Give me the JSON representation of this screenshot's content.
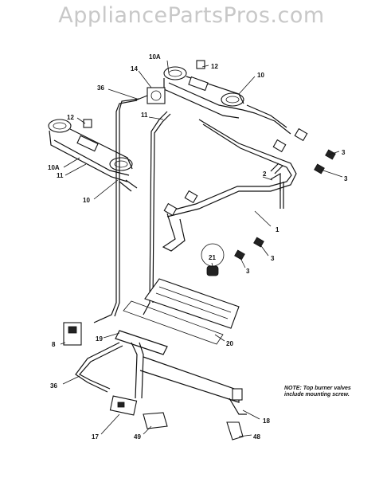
{
  "watermark": "AppliancePartsPros.com",
  "note": {
    "line1": "NOTE: Top burner valves",
    "line2": "include mounting screw."
  },
  "callouts": {
    "c1": "1",
    "c2": "2",
    "c3a": "3",
    "c3b": "3",
    "c3c": "3",
    "c3d": "3",
    "c8": "8",
    "c10a": "10",
    "c10b": "10",
    "c10Aa": "10A",
    "c10Ab": "10A",
    "c11a": "11",
    "c11b": "11",
    "c12a": "12",
    "c12b": "12",
    "c14": "14",
    "c17": "17",
    "c18": "18",
    "c19": "19",
    "c20": "20",
    "c21": "21",
    "c36a": "36",
    "c36b": "36",
    "c48": "48",
    "c49": "49"
  }
}
